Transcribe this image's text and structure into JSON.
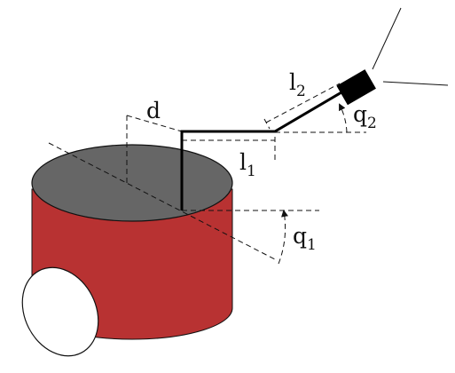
{
  "labels": {
    "d": "d",
    "l1_base": "l",
    "l1_sub": "1",
    "l2_base": "l",
    "l2_sub": "2",
    "q1_base": "q",
    "q1_sub": "1",
    "q2_base": "q",
    "q2_sub": "2"
  },
  "colors": {
    "body": "#b83232",
    "top": "#666666",
    "wheel": "#ffffff",
    "line": "#111111",
    "gripper": "#000000"
  }
}
